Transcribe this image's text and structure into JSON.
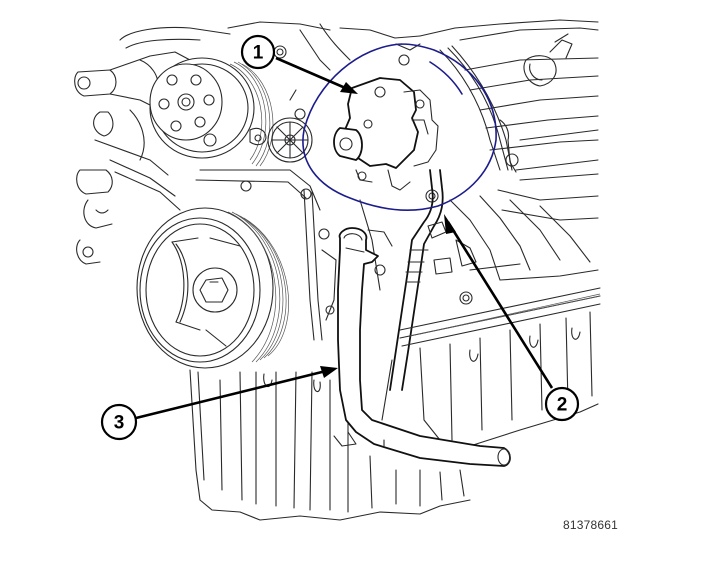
{
  "diagram": {
    "figure_id": "81378661",
    "subject": "engine front view line drawing",
    "callouts": [
      {
        "number": "1",
        "target": "power steering pump"
      },
      {
        "number": "2",
        "target": "pressure line"
      },
      {
        "number": "3",
        "target": "return hose"
      }
    ],
    "annotation": {
      "type": "hand-drawn circle",
      "color": "#1c1c8c",
      "encloses": "callout 1 component"
    },
    "colors": {
      "line_art": "#2a2a2a",
      "background": "#ffffff",
      "leader": "#000000"
    }
  }
}
